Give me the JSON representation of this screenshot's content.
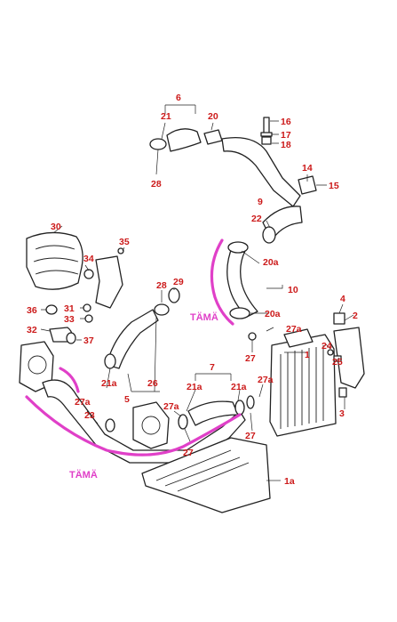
{
  "colors": {
    "label": "#cc1a1a",
    "highlight": "#e040c8",
    "line": "#222222"
  },
  "labels": {
    "l6": "6",
    "l21_top": "21",
    "l20_top": "20",
    "l28_top": "28",
    "l16": "16",
    "l17": "17",
    "l18": "18",
    "l14": "14",
    "l15": "15",
    "l9": "9",
    "l22": "22",
    "l20a_a": "20a",
    "l10": "10",
    "l20a_b": "20a",
    "l30": "30",
    "l35": "35",
    "l34": "34",
    "l28_mid": "28",
    "l29": "29",
    "l36": "36",
    "l31": "31",
    "l33": "33",
    "l32": "32",
    "l37": "37",
    "l4": "4",
    "l2": "2",
    "l27a_right": "27a",
    "l1": "1",
    "l24": "24",
    "l25": "25",
    "l27_right": "27",
    "l7": "7",
    "l21a_left": "21a",
    "l5": "5",
    "l26": "26",
    "l21a_mid": "21a",
    "l21a_right": "21a",
    "l27a_mid": "27a",
    "l27a_left": "27a",
    "l23": "23",
    "l27_bottom": "27",
    "l27_low": "27",
    "l3": "3",
    "l1a": "1a"
  },
  "annotations": {
    "tama_top": "TÄMÄ",
    "tama_bottom": "TÄMÄ"
  }
}
